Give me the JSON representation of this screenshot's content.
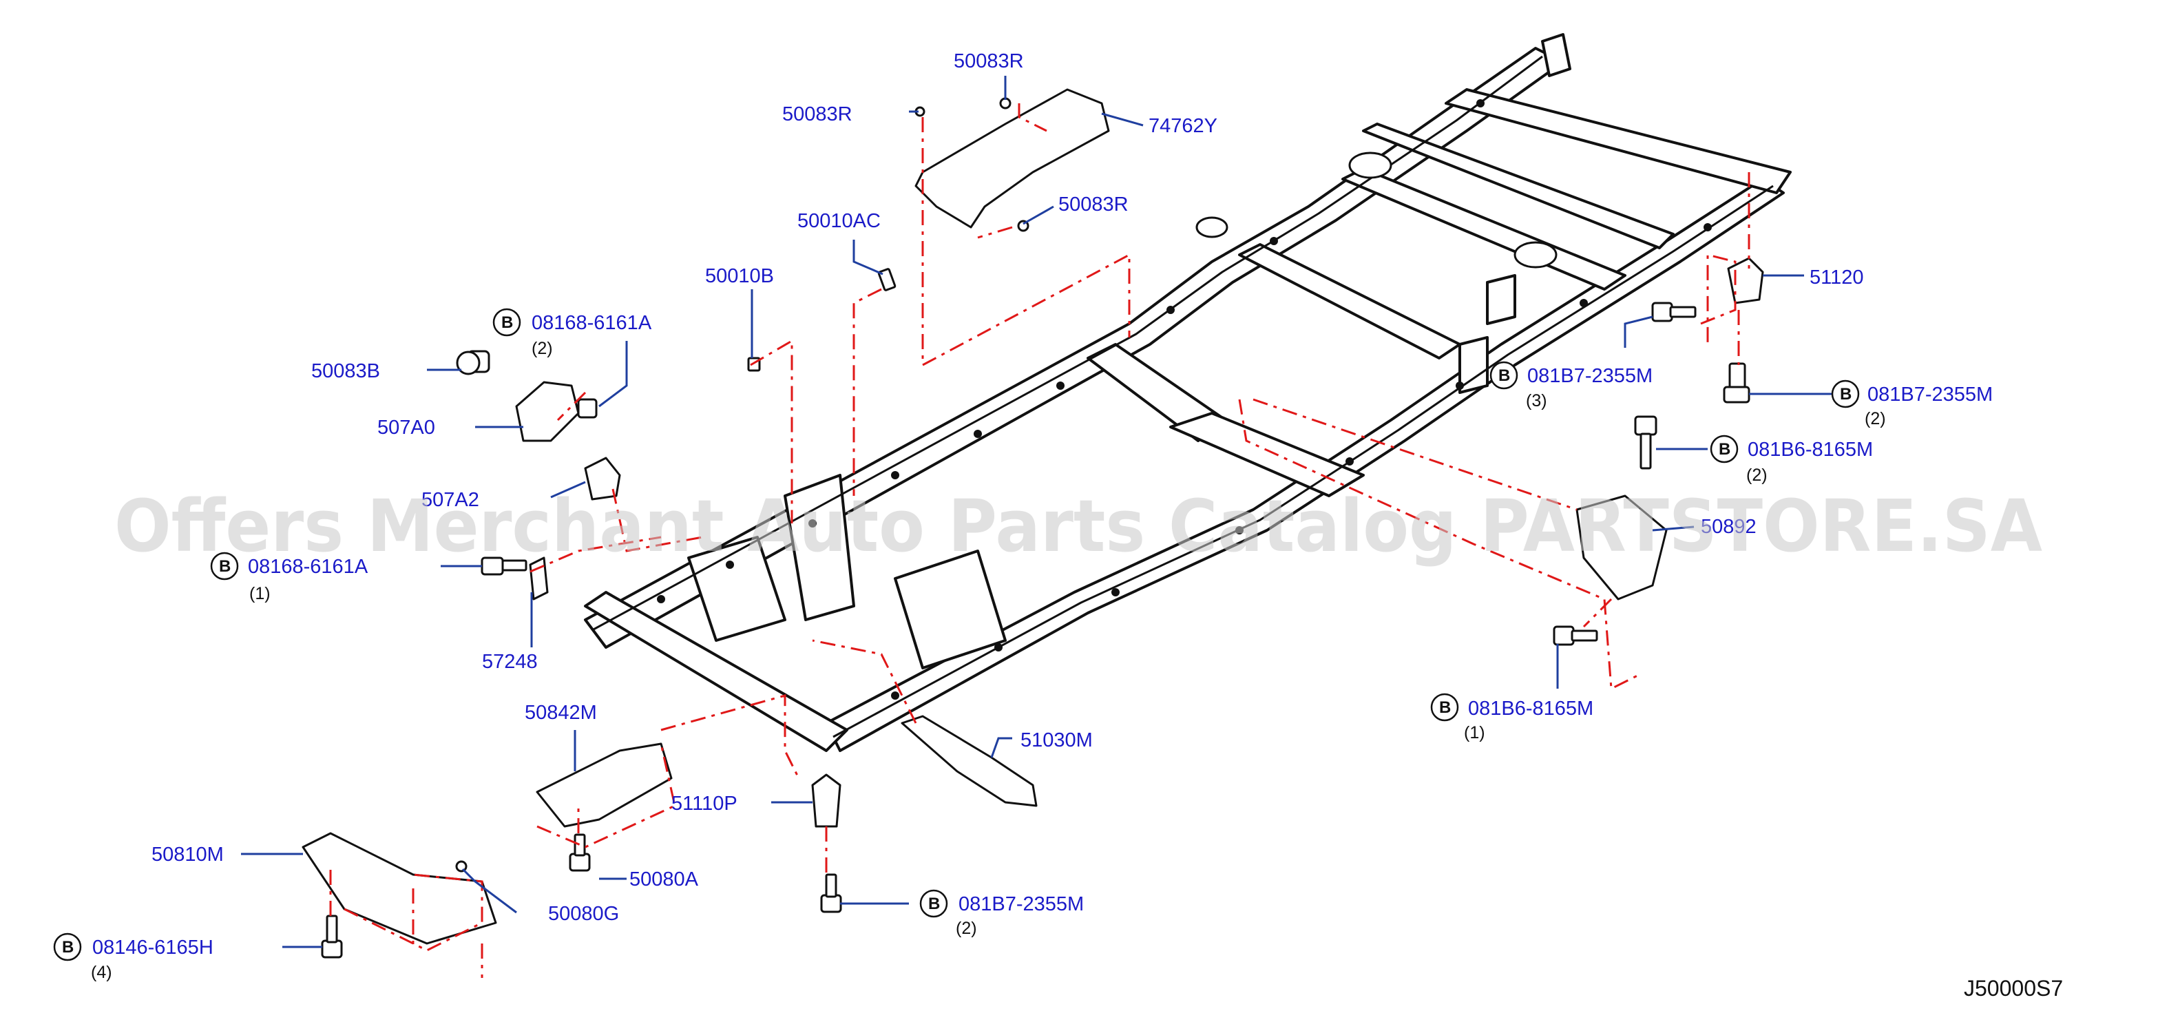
{
  "watermark": "Offers Merchant Auto Parts Catalog PARTSTORE.SA",
  "diagram_code": "J50000S7",
  "bolt_prefix": "B",
  "callouts": {
    "p_50083R_a": "50083R",
    "p_50083R_b": "50083R",
    "p_50083R_c": "50083R",
    "p_74762Y": "74762Y",
    "p_50010AC": "50010AC",
    "p_50010B": "50010B",
    "p_08168_6161A_2": "08168-6161A",
    "q_08168_6161A_2": "(2)",
    "p_50083B": "50083B",
    "p_507A0": "507A0",
    "p_507A2": "507A2",
    "p_08168_6161A_1": "08168-6161A",
    "q_08168_6161A_1": "(1)",
    "p_57248": "57248",
    "p_50842M": "50842M",
    "p_51030M": "51030M",
    "p_51110P": "51110P",
    "p_50810M": "50810M",
    "p_50080A": "50080A",
    "p_50080G": "50080G",
    "p_08146_6165H": "08146-6165H",
    "q_08146_6165H": "(4)",
    "p_081B7_2355M_mid": "081B7-2355M",
    "q_081B7_2355M_mid": "(2)",
    "p_51120": "51120",
    "p_081B7_2355M_3": "081B7-2355M",
    "q_081B7_2355M_3": "(3)",
    "p_081B7_2355M_r2": "081B7-2355M",
    "q_081B7_2355M_r2": "(2)",
    "p_081B6_8165M_2": "081B6-8165M",
    "q_081B6_8165M_2": "(2)",
    "p_50892": "50892",
    "p_081B6_8165M_1": "081B6-8165M",
    "q_081B6_8165M_1": "(1)"
  }
}
